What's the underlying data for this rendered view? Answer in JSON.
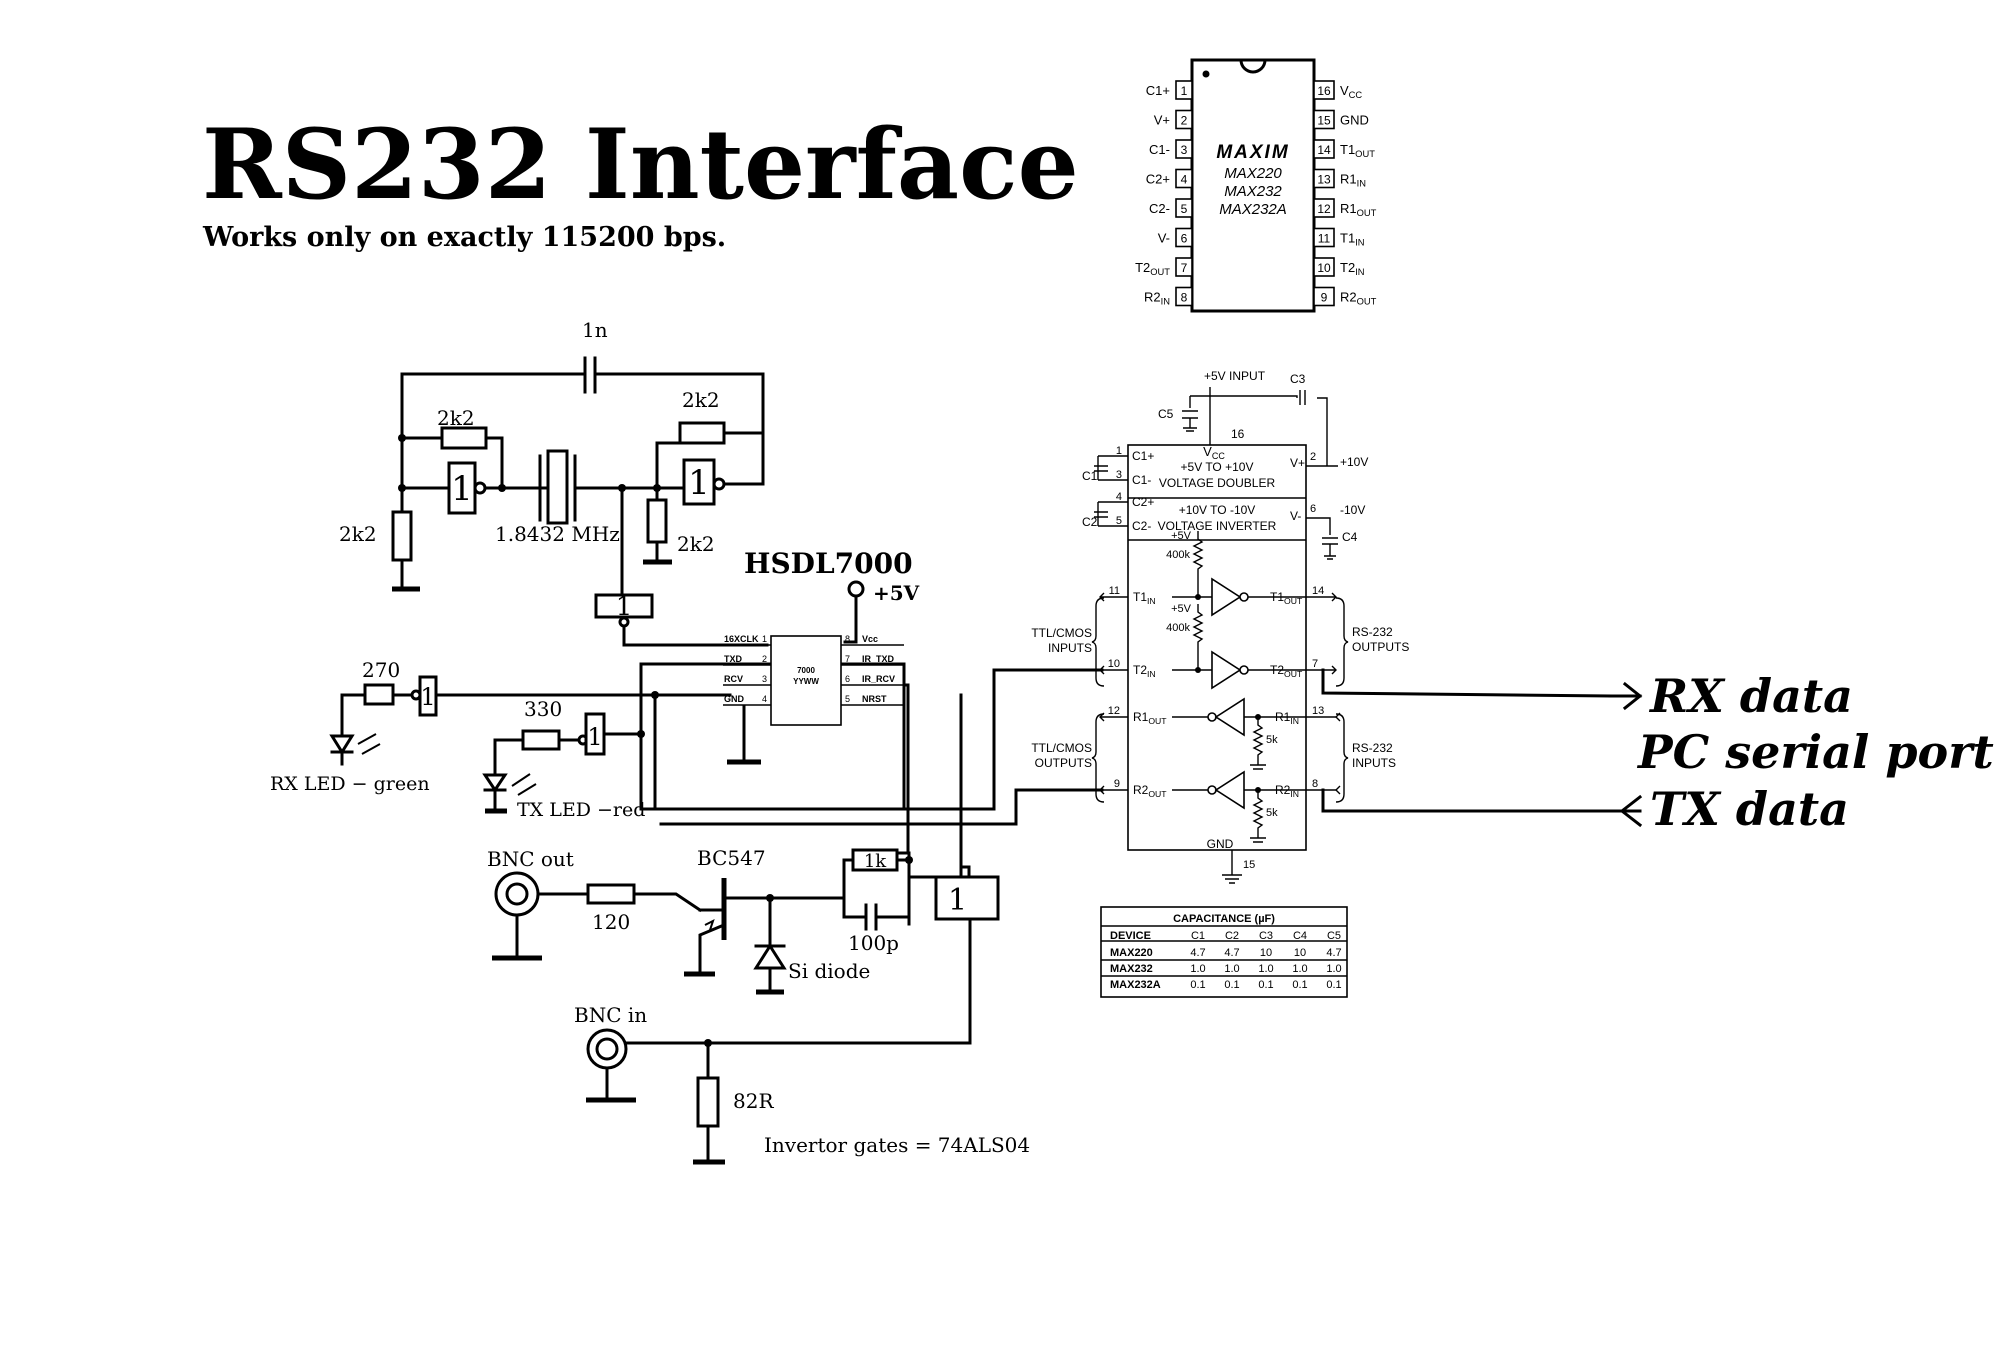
{
  "title": "RS232 Interface",
  "subtitle": "Works only on exactly 115200 bps.",
  "oscillator": {
    "cap_top": "1n",
    "r_left_top": "2k2",
    "r_left_bottom": "2k2",
    "r_right_top": "2k2",
    "r_right_bottom": "2k2",
    "crystal": "1.8432 MHz"
  },
  "gate_symbol": "1",
  "hsdl": {
    "name": "HSDL7000",
    "supply": "+5V",
    "chip_line1": "7000",
    "chip_line2": "YYWW",
    "left_pins": [
      {
        "num": "1",
        "name": "16XCLK"
      },
      {
        "num": "2",
        "name": "TXD"
      },
      {
        "num": "3",
        "name": "RCV"
      },
      {
        "num": "4",
        "name": "GND"
      }
    ],
    "right_pins": [
      {
        "num": "8",
        "name": "Vcc"
      },
      {
        "num": "7",
        "name": "IR_TXD"
      },
      {
        "num": "6",
        "name": "IR_RCV"
      },
      {
        "num": "5",
        "name": "NRST"
      }
    ]
  },
  "leds": {
    "rx_resistor": "270",
    "rx_label": "RX LED − green",
    "tx_resistor": "330",
    "tx_label": "TX LED −red"
  },
  "bnc": {
    "out_label": "BNC out",
    "out_resistor": "120",
    "transistor": "BC547",
    "diode": "Si diode",
    "feedback_resistor": "1k",
    "feedback_cap": "100p",
    "in_label": "BNC in",
    "in_resistor": "82R",
    "gates_note": "Invertor gates = 74ALS04"
  },
  "maxim_pinout": {
    "brand": "MAXIM",
    "parts": [
      "MAX220",
      "MAX232",
      "MAX232A"
    ],
    "left_pins": [
      {
        "num": "1",
        "name": "C1+",
        "sub": ""
      },
      {
        "num": "2",
        "name": "V+",
        "sub": ""
      },
      {
        "num": "3",
        "name": "C1-",
        "sub": ""
      },
      {
        "num": "4",
        "name": "C2+",
        "sub": ""
      },
      {
        "num": "5",
        "name": "C2-",
        "sub": ""
      },
      {
        "num": "6",
        "name": "V-",
        "sub": ""
      },
      {
        "num": "7",
        "name": "T2",
        "sub": "OUT"
      },
      {
        "num": "8",
        "name": "R2",
        "sub": "IN"
      }
    ],
    "right_pins": [
      {
        "num": "16",
        "name": "V",
        "sub": "CC"
      },
      {
        "num": "15",
        "name": "GND",
        "sub": ""
      },
      {
        "num": "14",
        "name": "T1",
        "sub": "OUT"
      },
      {
        "num": "13",
        "name": "R1",
        "sub": "IN"
      },
      {
        "num": "12",
        "name": "R1",
        "sub": "OUT"
      },
      {
        "num": "11",
        "name": "T1",
        "sub": "IN"
      },
      {
        "num": "10",
        "name": "T2",
        "sub": "IN"
      },
      {
        "num": "9",
        "name": "R2",
        "sub": "OUT"
      }
    ]
  },
  "max232_block": {
    "supply_label": "+5V INPUT",
    "c3": "C3",
    "c5": "C5",
    "c1": "C1",
    "c2": "C2",
    "c4": "C4",
    "pin16": "16",
    "pin15": "15",
    "vcc_main": "V",
    "vcc_sub": "CC",
    "doubler_line1": "+5V TO +10V",
    "doubler_line2": "VOLTAGE DOUBLER",
    "inverter_line1": "+10V TO -10V",
    "inverter_line2": "VOLTAGE INVERTER",
    "vplus": "V+",
    "vminus": "V-",
    "plus10": "+10V",
    "minus10": "-10V",
    "pullup_supply": "+5V",
    "pullup_value": "400k",
    "pulldown_value": "5k",
    "gnd": "GND",
    "ttl_inputs": [
      "TTL/CMOS",
      "INPUTS"
    ],
    "ttl_outputs": [
      "TTL/CMOS",
      "OUTPUTS"
    ],
    "rs_outputs": [
      "RS-232",
      "OUTPUTS"
    ],
    "rs_inputs": [
      "RS-232",
      "INPUTS"
    ],
    "left_caps": [
      {
        "num": "1",
        "name": "C1+"
      },
      {
        "num": "3",
        "name": "C1-"
      },
      {
        "num": "4",
        "name": "C2+"
      },
      {
        "num": "5",
        "name": "C2-"
      }
    ],
    "vplus_pin": "2",
    "vminus_pin": "6",
    "drivers": [
      {
        "in_num": "11",
        "in_name": "T1",
        "in_sub": "IN",
        "out_name": "T1",
        "out_sub": "OUT",
        "out_num": "14"
      },
      {
        "in_num": "10",
        "in_name": "T2",
        "in_sub": "IN",
        "out_name": "T2",
        "out_sub": "OUT",
        "out_num": "7"
      }
    ],
    "receivers": [
      {
        "out_num": "12",
        "out_name": "R1",
        "out_sub": "OUT",
        "in_name": "R1",
        "in_sub": "IN",
        "in_num": "13"
      },
      {
        "out_num": "9",
        "out_name": "R2",
        "out_sub": "OUT",
        "in_name": "R2",
        "in_sub": "IN",
        "in_num": "8"
      }
    ]
  },
  "cap_table": {
    "title": "CAPACITANCE (µF)",
    "headers": [
      "DEVICE",
      "C1",
      "C2",
      "C3",
      "C4",
      "C5"
    ],
    "rows": [
      [
        "MAX220",
        "4.7",
        "4.7",
        "10",
        "10",
        "4.7"
      ],
      [
        "MAX232",
        "1.0",
        "1.0",
        "1.0",
        "1.0",
        "1.0"
      ],
      [
        "MAX232A",
        "0.1",
        "0.1",
        "0.1",
        "0.1",
        "0.1"
      ]
    ]
  },
  "pc_port": {
    "rx": "RX data",
    "title": "PC serial port",
    "tx": "TX data"
  }
}
